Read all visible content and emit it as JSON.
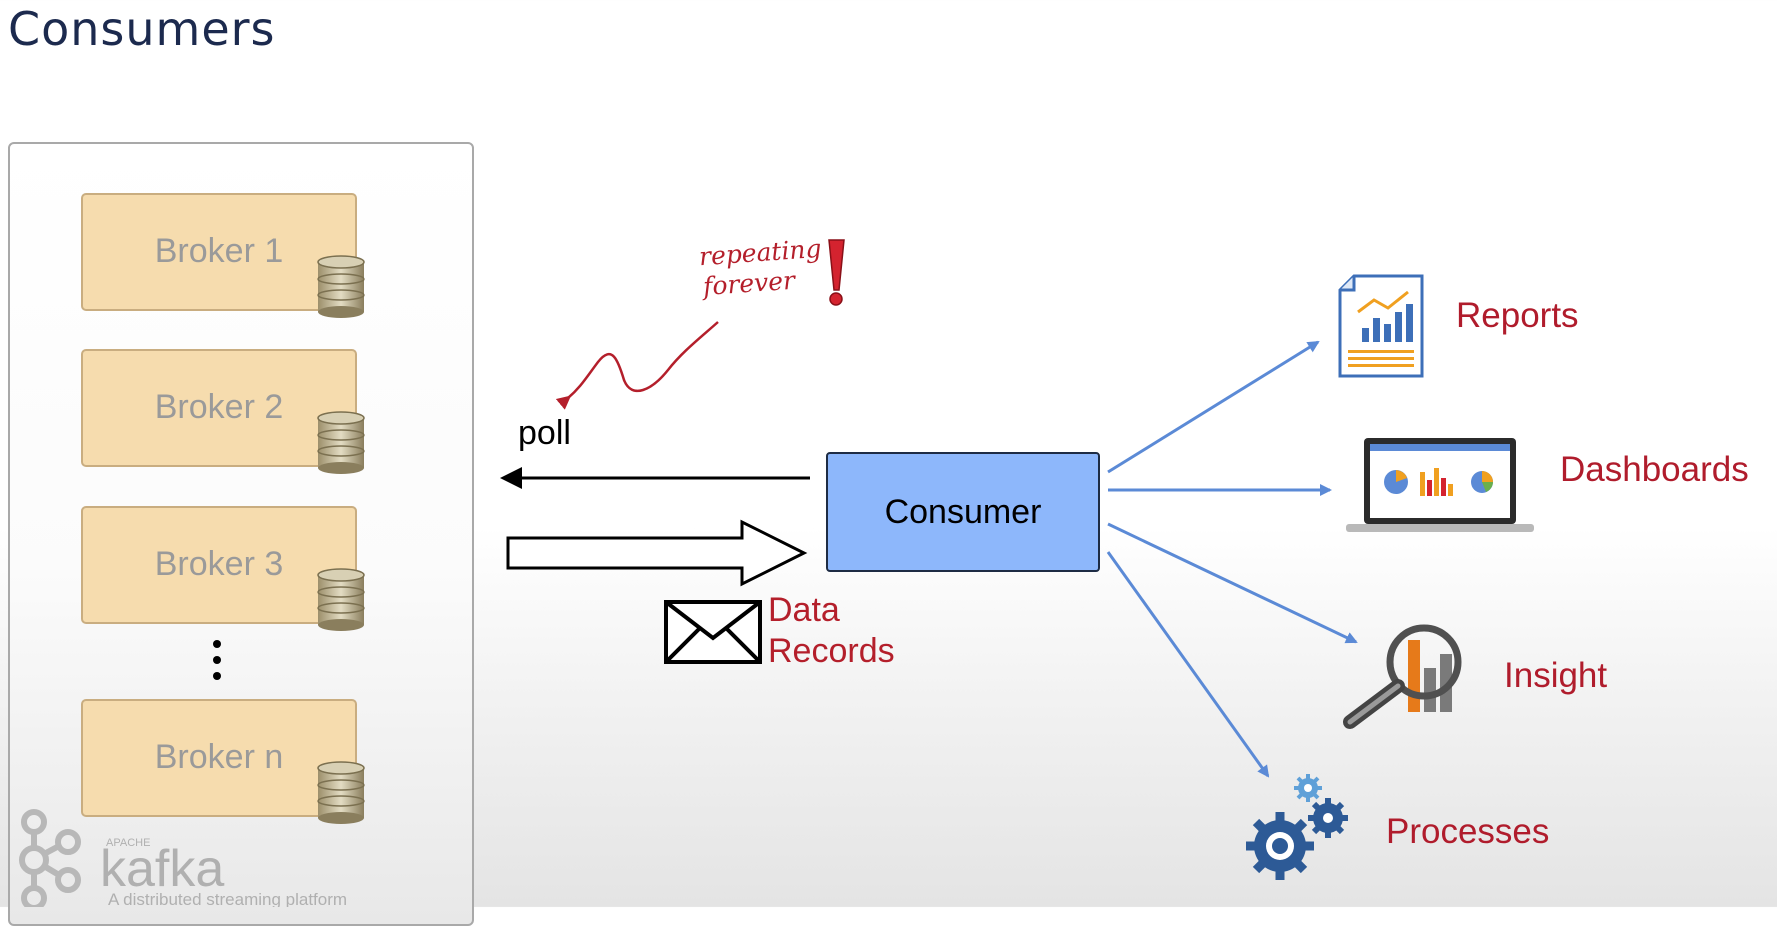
{
  "page": {
    "title": "Consumers"
  },
  "cluster": {
    "brokers": [
      "Broker 1",
      "Broker 2",
      "Broker 3",
      "Broker n"
    ],
    "logo": {
      "brand": "kafka",
      "overline": "APACHE",
      "tagline": "A distributed streaming platform"
    }
  },
  "flow": {
    "poll_label": "poll",
    "data_label_line1": "Data",
    "data_label_line2": "Records",
    "note_line1": "repeating",
    "note_line2": "forever"
  },
  "consumer": {
    "label": "Consumer"
  },
  "outputs": {
    "reports": "Reports",
    "dashboards": "Dashboards",
    "insight": "Insight",
    "processes": "Processes"
  },
  "colors": {
    "title": "#1c2a4e",
    "broker_fill": "#f6dcae",
    "consumer_fill": "#8db7fb",
    "accent_red": "#b01c2c",
    "connector_blue": "#5b8ad6"
  }
}
